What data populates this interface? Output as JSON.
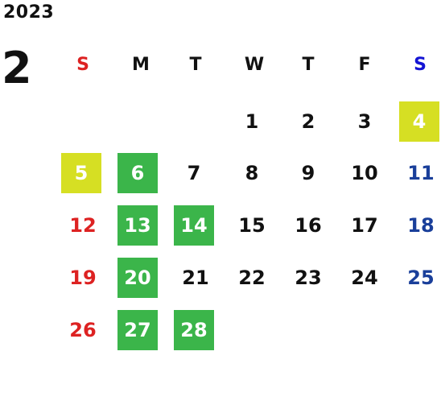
{
  "calendar": {
    "year": "2023",
    "month": "2",
    "weekdays": [
      "S",
      "M",
      "T",
      "W",
      "T",
      "F",
      "S"
    ],
    "colors": {
      "sunday": "#dd2222",
      "saturday": "#1a3f9a",
      "saturday_header": "#1414d4",
      "weekday": "#111111",
      "highlight_green": "#3bb54a",
      "highlight_yellow": "#d6df23"
    },
    "days": [
      "1",
      "2",
      "3",
      "4",
      "5",
      "6",
      "7",
      "8",
      "9",
      "10",
      "11",
      "12",
      "13",
      "14",
      "15",
      "16",
      "17",
      "18",
      "19",
      "20",
      "21",
      "22",
      "23",
      "24",
      "25",
      "26",
      "27",
      "28"
    ],
    "highlights": {
      "yellow": [
        "4",
        "5"
      ],
      "green": [
        "6",
        "13",
        "14",
        "20",
        "27",
        "28"
      ]
    }
  }
}
